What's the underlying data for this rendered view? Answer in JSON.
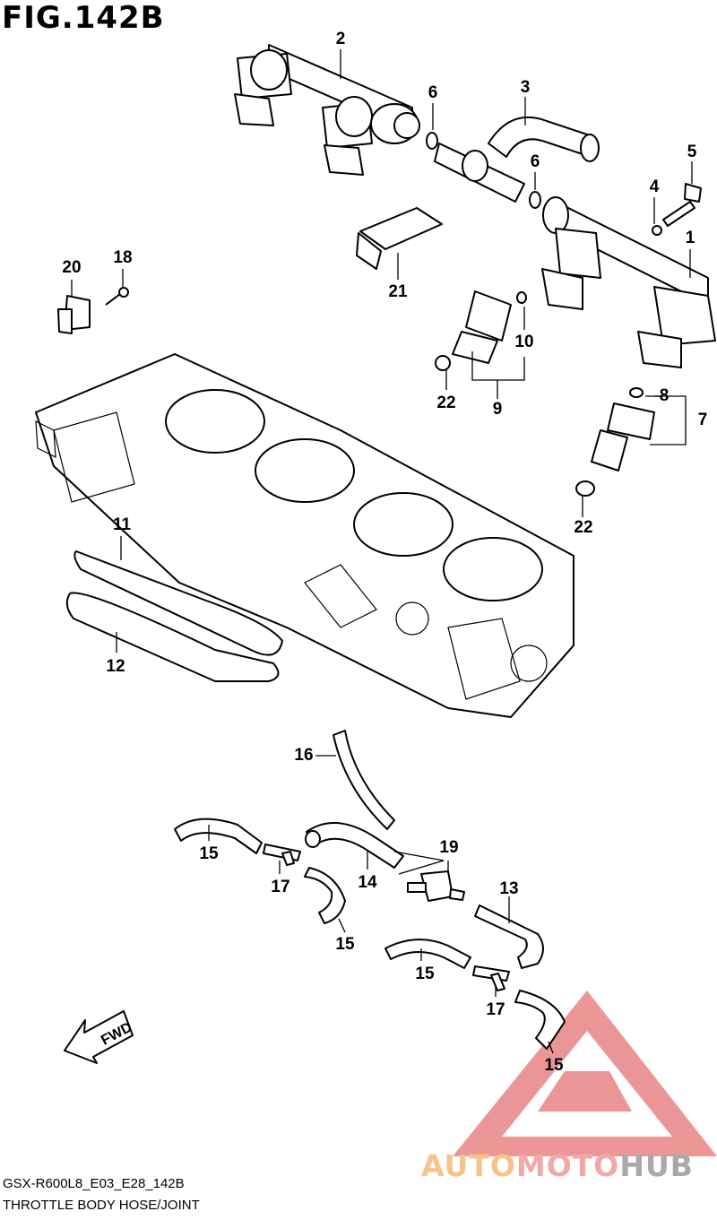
{
  "figure": {
    "title": "FIG.142B"
  },
  "callouts": [
    {
      "id": "2",
      "text": "2"
    },
    {
      "id": "3",
      "text": "3"
    },
    {
      "id": "6a",
      "text": "6"
    },
    {
      "id": "6b",
      "text": "6"
    },
    {
      "id": "5",
      "text": "5"
    },
    {
      "id": "4",
      "text": "4"
    },
    {
      "id": "1",
      "text": "1"
    },
    {
      "id": "20",
      "text": "20"
    },
    {
      "id": "18",
      "text": "18"
    },
    {
      "id": "21",
      "text": "21"
    },
    {
      "id": "10",
      "text": "10"
    },
    {
      "id": "22a",
      "text": "22"
    },
    {
      "id": "9",
      "text": "9"
    },
    {
      "id": "8",
      "text": "8"
    },
    {
      "id": "7",
      "text": "7"
    },
    {
      "id": "22b",
      "text": "22"
    },
    {
      "id": "11",
      "text": "11"
    },
    {
      "id": "12",
      "text": "12"
    },
    {
      "id": "16",
      "text": "16"
    },
    {
      "id": "15a",
      "text": "15"
    },
    {
      "id": "17a",
      "text": "17"
    },
    {
      "id": "14",
      "text": "14"
    },
    {
      "id": "19",
      "text": "19"
    },
    {
      "id": "13",
      "text": "13"
    },
    {
      "id": "15b",
      "text": "15"
    },
    {
      "id": "15c",
      "text": "15"
    },
    {
      "id": "17b",
      "text": "17"
    },
    {
      "id": "15d",
      "text": "15"
    }
  ],
  "fwd_arrow": {
    "label": "FWD"
  },
  "footer": {
    "model_code": "GSX-R600L8_E03_E28_142B",
    "section_name": "THROTTLE BODY HOSE/JOINT"
  },
  "watermark": {
    "part1": "AUTO",
    "part2": "MOTO",
    "part3": "HUB",
    "color_auto": "#f6c48a",
    "color_moto": "#f2a8a8",
    "color_hub": "#a9a9a9",
    "logo_color": "#e57373"
  }
}
